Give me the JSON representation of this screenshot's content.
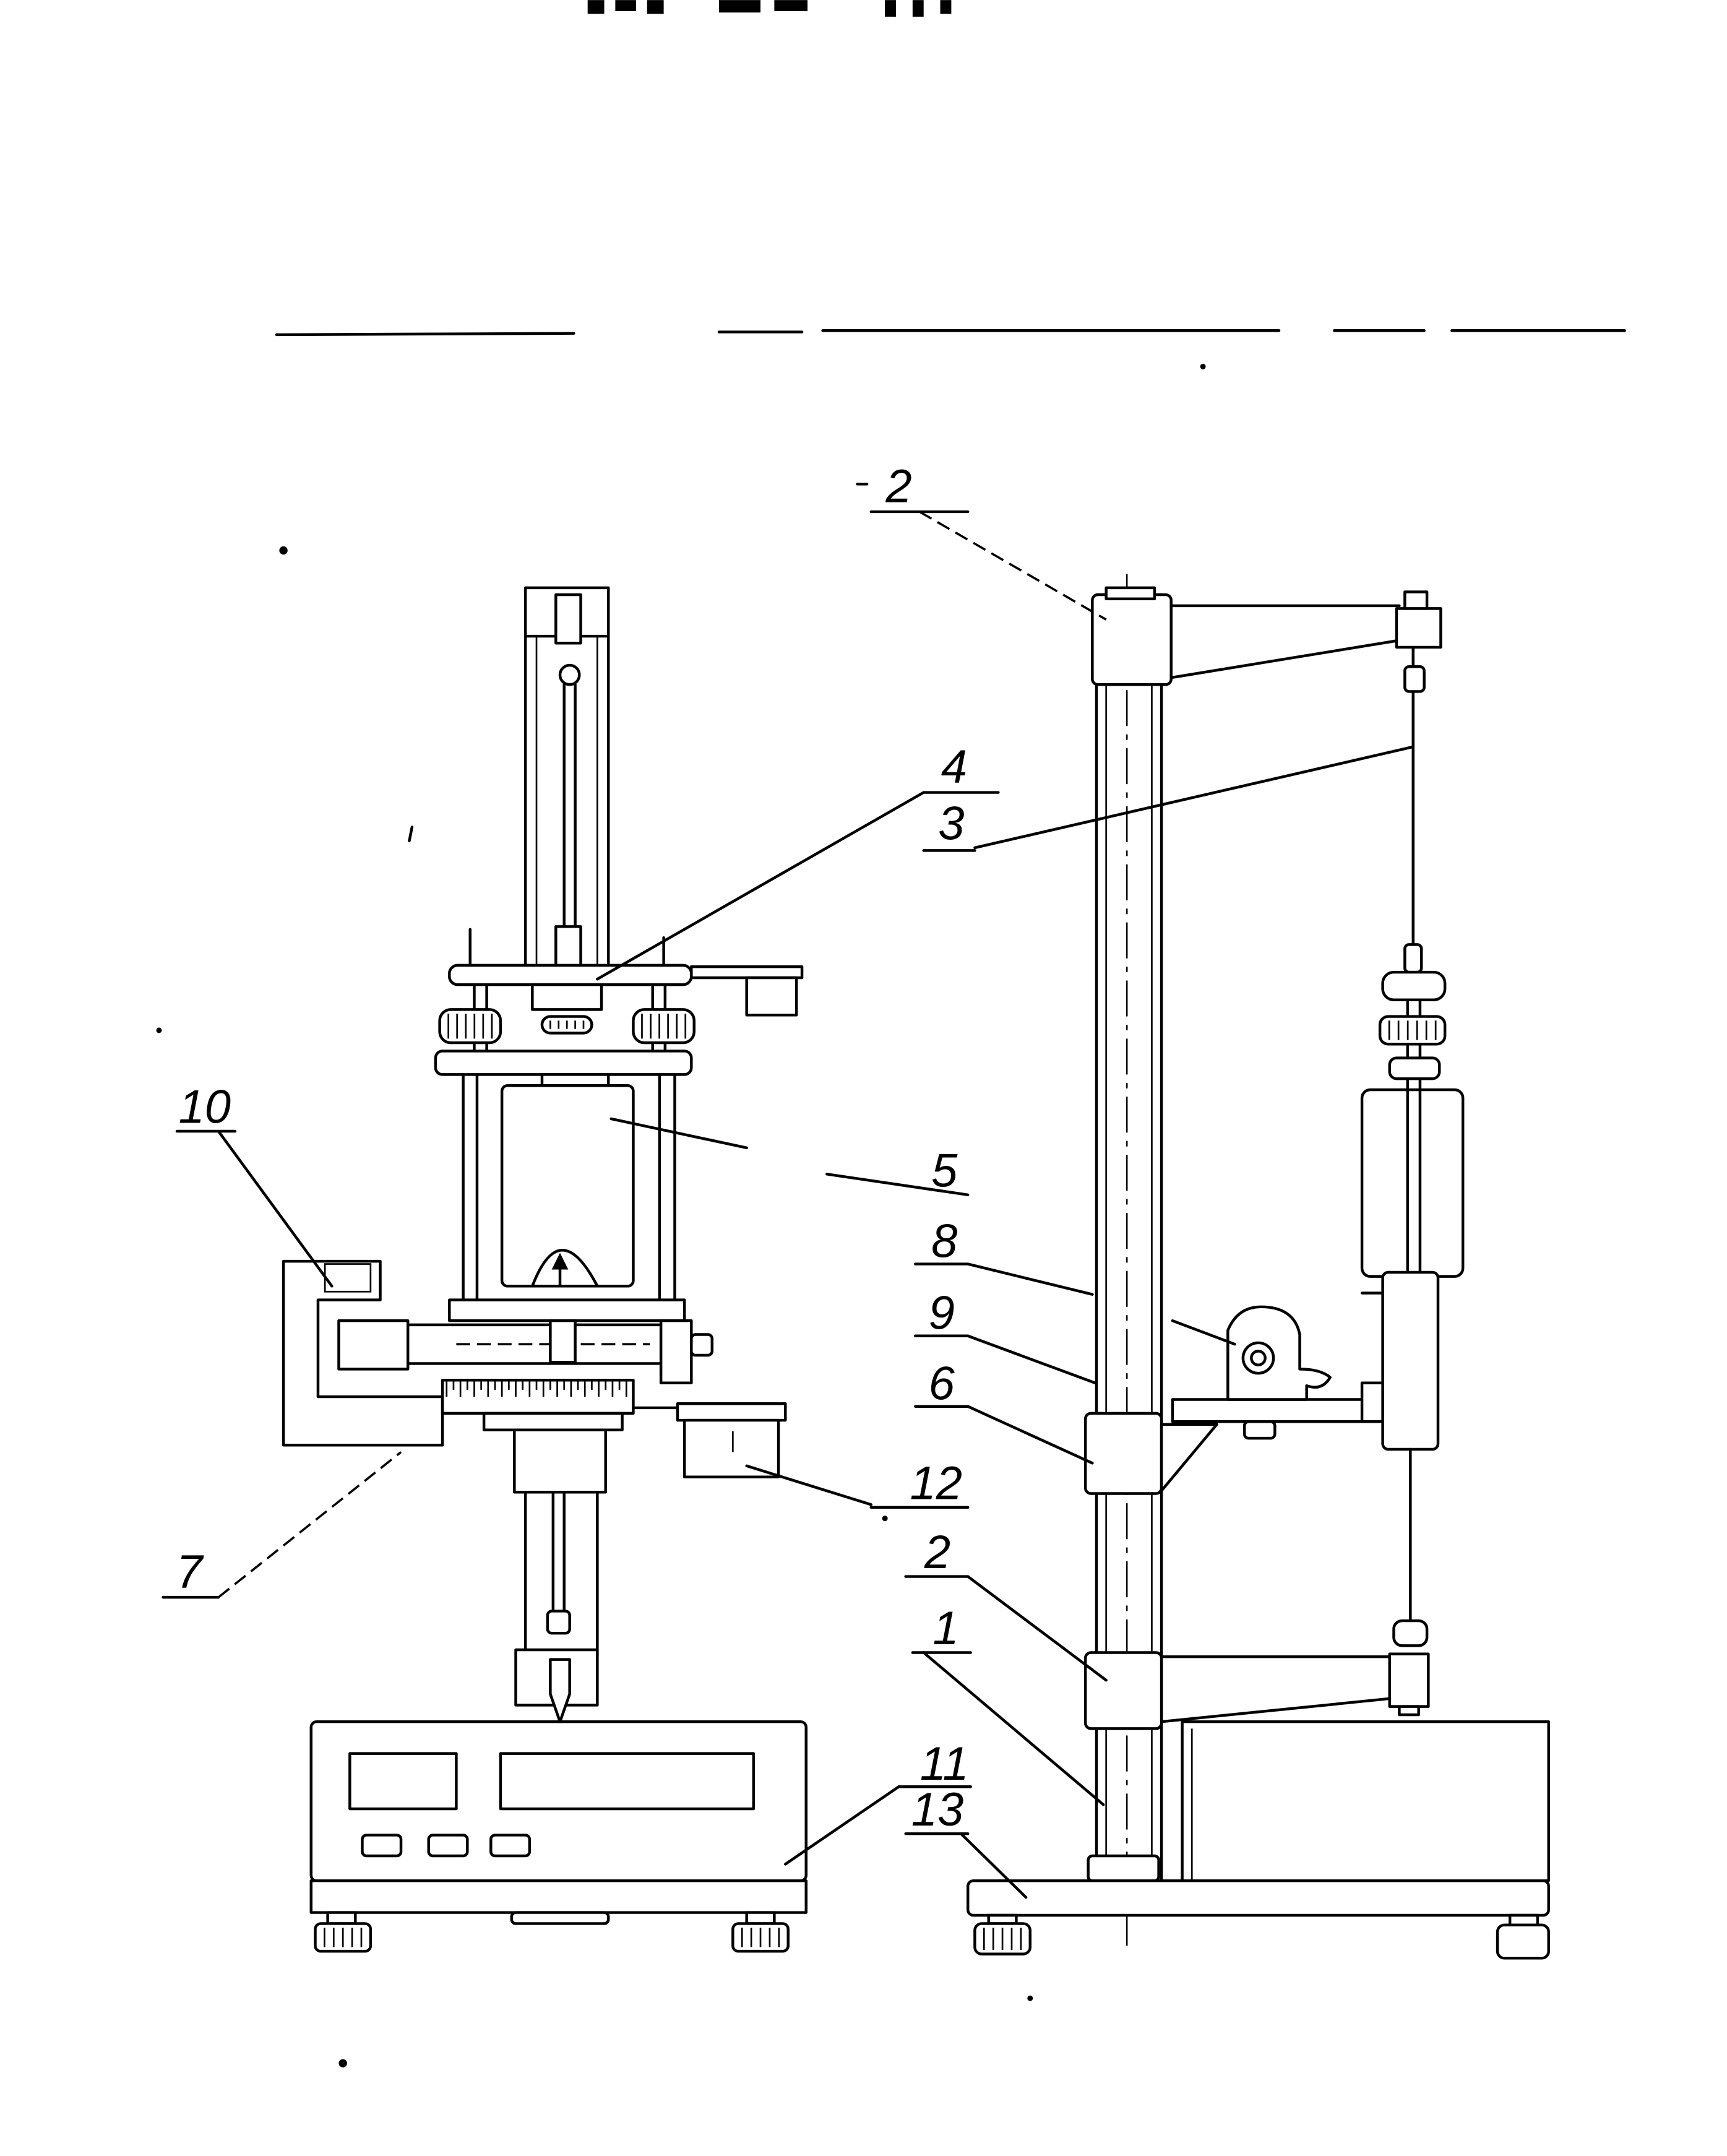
{
  "figure": {
    "ink_color": "#000000",
    "paper_color": "#ffffff"
  },
  "callouts": [
    {
      "text": "2"
    },
    {
      "text": "4"
    },
    {
      "text": "3"
    },
    {
      "text": "10"
    },
    {
      "text": "5"
    },
    {
      "text": "8"
    },
    {
      "text": "9"
    },
    {
      "text": "6"
    },
    {
      "text": "12"
    },
    {
      "text": "7"
    },
    {
      "text": "2"
    },
    {
      "text": "1"
    },
    {
      "text": "11"
    },
    {
      "text": "13"
    }
  ]
}
